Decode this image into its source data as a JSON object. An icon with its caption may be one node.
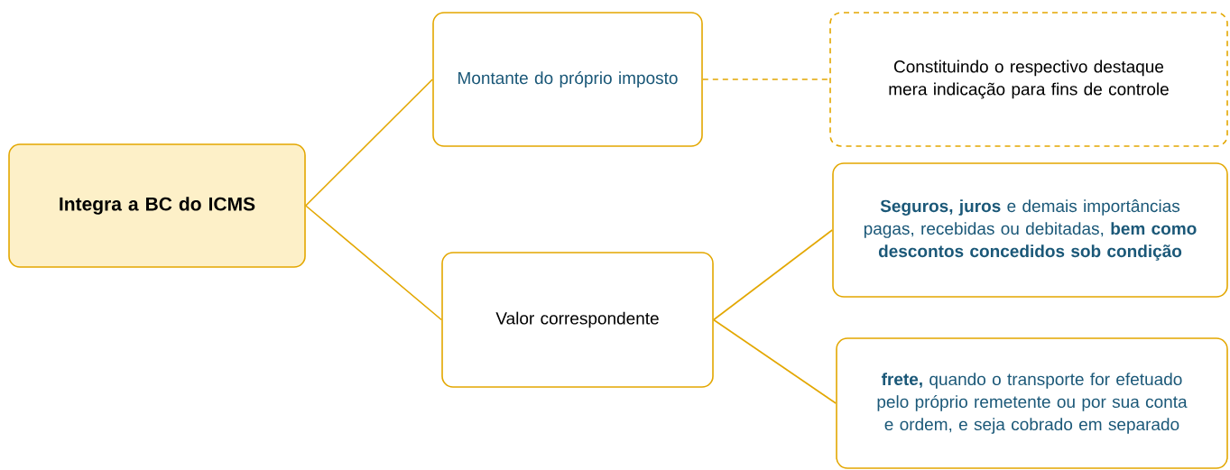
{
  "diagram": {
    "nodes": [
      {
        "text": [
          "Integra a BC do ICMS"
        ]
      },
      {
        "text": [
          "Montante do próprio imposto"
        ]
      },
      {
        "text": [
          "Valor correspondente"
        ]
      },
      {
        "text": [
          "Constituindo o respectivo destaque mera indicação para fins de controle"
        ]
      },
      {
        "text": [
          "**Seguros, juros** e demais importâncias pagas, recebidas ou debitadas, **bem como descontos concedidos sob condição**"
        ]
      },
      {
        "text": [
          "**frete,** quando o transporte for efetuado pelo próprio remetente ou por sua conta e ordem, e seja cobrado em separado"
        ]
      }
    ],
    "edges": [
      {
        "from": 0,
        "to": 1,
        "arrow": "none"
      },
      {
        "from": 0,
        "to": 2,
        "arrow": "none"
      },
      {
        "from": 1,
        "to": 3,
        "arrow": "none",
        "style": "dashed"
      },
      {
        "from": 2,
        "to": 4,
        "arrow": "none"
      },
      {
        "from": 2,
        "to": 5,
        "arrow": "none"
      }
    ]
  }
}
